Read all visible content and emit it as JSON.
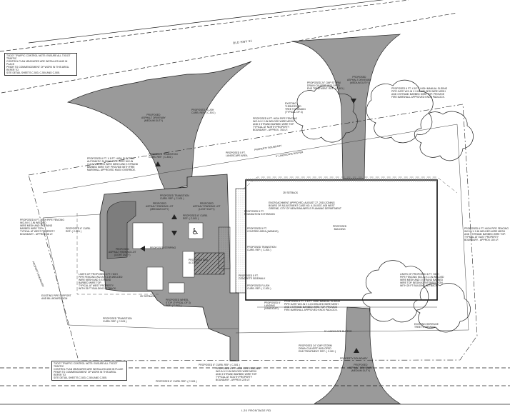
{
  "roads": {
    "north": "OLD HWY 51",
    "south": "I-20 FRONTAGE RD"
  },
  "traffic_notes": {
    "top": "TXDOT TRAFFIC CONTROL NOTE: ENSURE ALL TXDOT TRAFFIC\nCONTROL PLAN MEASURES ARE INSTALLED AND IN PLACE\nPRIOR TO COMMENCEMENT OF WORK IN THIS AREA. REFER TO\nSITE DETAIL SHEETS C-503, C-504 AND C-505.",
    "bottom": "TXDOT TRAFFIC CONTROL NOTE: ENSURE ALL TXDOT TRAFFIC\nCONTROL PLAN MEASURES ARE INSTALLED AND IN PLACE\nPRIOR TO COMMENCEMENT OF WORK IN THIS AREA. REFER TO\nSITE DETAIL SHEETS C-503, C-504 AND C-505."
  },
  "callouts": {
    "flush_curb_top": "PROPOSED FLUSH\nCURB. REF: ( C-501 )",
    "driveway_left": "PROPOSED\nASPHALT DRIVEWAY\n(MEDIUM DUTY)",
    "driveway_right": "PROPOSED\nASPHALT DRIVEWAY\n(MEDIUM DUTY)",
    "storm_culvert_top": "PROPOSED 24\" CMP STORM\nDRAIN CULVERT W/SLOPED\nEND TREATMENT. REF: ( C-501 )",
    "existing_tree_top": "EXISTING\nTHREATENED\nTREE TO REMAIN\n(TYPICAL OF 4)",
    "gate_right": "PROPOSED 6 FT. X 8 FT. HIGH MANUAL SLIDING\nPIPE GATE W/2-IN X 2-IN WELDED WIRE MESH\nAND 3 STRAND BARBED WIRE TOP. PROVIDE\nFIRE MARSHALL APPROVED KNOX PADLOCK.",
    "fence_north": "PROPOSED 6 FT. HIGH PIPE FENCING\nW/2-IN X 2-IN WELDED WIRE MESH\nAND 3 STRAND BARBED WIRE TOP.\nTYPICAL AT NORTH PROPERTY\nBOUNDARY - APPROX. 783 LF.",
    "electric_gate": "PROPOSED 6 FT. X 8 FT. HIGH ELECTRIC\nAUTOMATIC SLIDING PIPE GATE W/2-IN\nX 2-IN WELDED WIRE MESH AND 3 STRAND\nBARBED WIRE TOP. PROVIDE WITH FIRE\nMARSHALL APPROVED KNOX OVERRIDE.",
    "transition_curb_a": "PROPOSED TRANSITION\nCURB. REF: ( C-501 )",
    "landscape_area": "PROPOSED 5 FT.\nLANDSCAPE AREA",
    "transition_curb_b": "PROPOSED TRANSITION\nCURB. REF: ( C-501 )",
    "parking_lot_a": "PROPOSED\nASPHALT PARKING LOT\n(MEDIUM DUTY)",
    "parking_lot_b": "PROPOSED\nASPHALT PARKING LOT\n(LIGHT DUTY)",
    "encroachment": "ENCROACHMENT APPROVED, AUGUST 27, 2015 ZONING\nBOARD OF ADJUSTMENT CASE NO. A 15-0037, 608 WEST\nGREENE, CITY OF NEW BRAUNFELS PLANNING DEPARTMENT",
    "curb_6in": "PROPOSED 6\" CURB.\nREF: ( C-501 )",
    "foundation_ext": "PROPOSED 5 FT.\nFOUNDATION EXTENSION",
    "covered_area": "PROPOSED 5 FT.\nCOVERED AREA (AWNING)",
    "building": "PROPOSED\nBUILDING",
    "fence_west": "PROPOSED 6 FT. HIGH PIPE FENCING\nW/2-IN X 2-IN WELDED\nWIRE MESH AND 3 STRAND\nBARBED WIRE TOP.\nTYPICAL AT WEST PROPERTY\nBOUNDARY - APPROX 48 LF.",
    "curb_6in_left": "PROPOSED 6\" CURB.\nREF: ( C-501 )",
    "parking_lot_c": "PROPOSED\nASPHALT PARKING LOT\n(LIGHT DUTY)",
    "striping": "PROPOSED STRIPING",
    "ada_access": "PROPOSED ADA\nACCESS",
    "transition_curb_c": "PROPOSED TRANSITION\nCURB. REF: ( C-501 )",
    "concrete_sidewalk": "PROPOSED 5 FT.\nCONCRETE SIDEWALK",
    "fence_east": "PROPOSED 6 FT. HIGH PIPE FENCING\nW/2-IN X 2-IN WELDED WIRE MESH\nAND 3 STRAND BARBED WIRE TOP.\nTYPICAL AT EAST PROPERTY\nBOUNDARY - APPROX 100 LF.",
    "limits_fence_left": "LIMITS OF PROPOSED 6 FT. HIGH\nPIPE FENCING W/2-IN X 2-IN WELDED\nWIRE MESH AND 3 STRAND\nBARBED WIRE TOP.\nTYPICAL AT WEST PROPERTY\nWITH 25 FT BUILDING SETBACK.",
    "limits_fence_right": "LIMITS OF PROPOSED 6 FT. HIGH\nPIPE FENCING W/2-IN X 2-IN WELDED\nWIRE MESH AND 3 STRAND BARBED\nWIRE TOP. BEGIN AT INTERSECTION\nWITH 25 FT BUILDING SETBACK.",
    "flush_curb_mid": "PROPOSED FLUSH\nCURB. REF: ( C-501 )",
    "existing_pipe": "EXISTING PIPE SUPPORT\nAND BILLBOARD SIGN",
    "wheel_stop": "PROPOSED WHEEL\nSTOP (TYPICAL OF 3)\nREF: ( C-501 )",
    "landing": "PROPOSED 5'\nLANDING\n(HANDICAP)",
    "gate_south": "PROPOSED 6 FT. X 8 FT. HIGH MANUAL SLIDING\nPIPE GATE W/2-IN X 2-IN WELDED WIRE MESH\nAND 3 STRAND BARBED WIRE TOP. PROVIDE\nFIRE MARSHALL APPROVED KNOX PADLOCK.",
    "transition_curb_d": "PROPOSED TRANSITION\nCURB. REF: ( C-501 )",
    "heritage_tree": "EXISTING HERITAGE\nTREE TO REMAIN",
    "storm_culvert_bottom": "PROPOSED 24\" CMP STORM\nDRAIN CULVERT W/SLOPED\nEND TREATMENT. REF: ( C-501 )",
    "driveway_bottom": "PROPOSED\nASPHALT DRIVEWAY\n(MEDIUM DUTY)",
    "curb_6in_bottom": "PROPOSED 6\" CURB. REF: ( C-501 )",
    "fence_south": "PROPOSED 6 FT. HIGH PIPE FENCING\nW/2-IN X 2-IN WELDED WIRE MESH\nAND 3 STRAND BARBED WIRE TOP.\nTYPICAL AT SOUTH PROPERTY\nBOUNDARY - APPROX 225 LF.",
    "curb_6in_bottom2": "PROPOSED 6\" CURB. REF: ( C-501 )"
  },
  "line_labels": {
    "landscape_buffer_top": "5' LANDSCAPE BUFFER",
    "landscape_buffer_bottom": "5' LANDSCAPE BUFFER",
    "property_boundary_top": "PROPERTY BOUNDARY",
    "property_boundary_left": "PROPERTY BOUNDARY",
    "property_boundary_bottom": "PROPERTY BOUNDARY",
    "setback_right": "25' SETBACK",
    "setback_left": "25' SETBACK"
  },
  "colors": {
    "paving": "#9a9a9a",
    "paving_dark": "#7d7d7d",
    "line": "#1a1a1a",
    "building_fill": "#ffffff"
  }
}
